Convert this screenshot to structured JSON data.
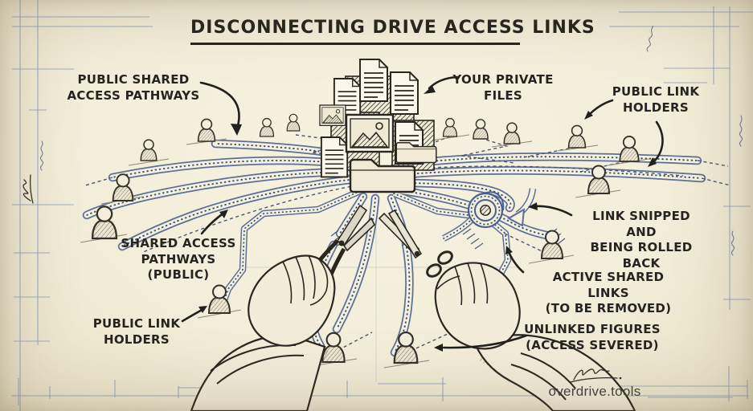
{
  "title": "DISCONNECTING DRIVE ACCESS LINKS",
  "annotations": {
    "public_shared_pathways": "PUBLIC SHARED\nACCESS PATHWAYS",
    "your_private_files": "YOUR PRIVATE\nFILES",
    "public_link_holders_top": "PUBLIC LINK\nHOLDERS",
    "link_snipped": "LINK SNIPPED AND\nBEING ROLLED BACK",
    "shared_access_pathways": "SHARED ACCESS\nPATHWAYS\n(PUBLIC)",
    "active_shared_links": "ACTIVE SHARED LINKS\n(TO BE REMOVED)",
    "public_link_holders_bottom": "PUBLIC LINK\nHOLDERS",
    "unlinked_figures": "UNLINKED FIGURES\n(ACCESS SEVERED)"
  },
  "footer": {
    "brand": "overdrive.tools"
  },
  "colors": {
    "paper": "#f3eed9",
    "ink": "#262420",
    "pathway_blue": "#5c6f97",
    "pathway_dot_blue": "#3c5176",
    "blueprint_blue": "#8fa0bf"
  },
  "scene": {
    "style": "hand-drawn blueprint sketch",
    "person_figure_count": 16,
    "elements": [
      "private-file-stack",
      "folders",
      "documents",
      "photos",
      "network-pathways",
      "wire-cutters",
      "scissors",
      "hands",
      "rolled-link-scroll",
      "annotation-arrows",
      "blueprint-margin-lines",
      "signature"
    ]
  }
}
